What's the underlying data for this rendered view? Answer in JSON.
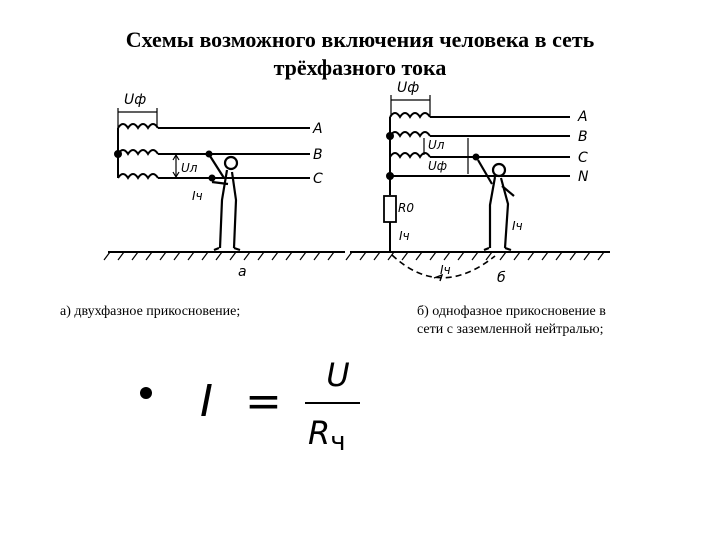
{
  "title": {
    "line1": "Схемы возможного включения человека в сеть",
    "line2": "трёхфазного тока"
  },
  "diagram_a": {
    "voltage_phase": "Uф",
    "voltage_line": "Uл",
    "current_human": "Iч",
    "phases": [
      "A",
      "B",
      "C"
    ],
    "label": "а"
  },
  "diagram_b": {
    "voltage_phase": "Uф",
    "voltage_line": "Uл",
    "voltage_phase_2": "Uф",
    "resistance": "R0",
    "current_neutral": "Iч",
    "current_human": "Iч",
    "current_ground": "Iч",
    "phases": [
      "A",
      "B",
      "C",
      "N"
    ],
    "label": "б"
  },
  "captions": {
    "a": "а) двухфазное прикосновение;",
    "b": "б) однофазное прикосновение в сети с заземленной нейтралью;"
  },
  "formula": {
    "lhs": "I",
    "equals": "=",
    "numerator": "U",
    "denominator_var": "R",
    "denominator_sub": "ч"
  }
}
